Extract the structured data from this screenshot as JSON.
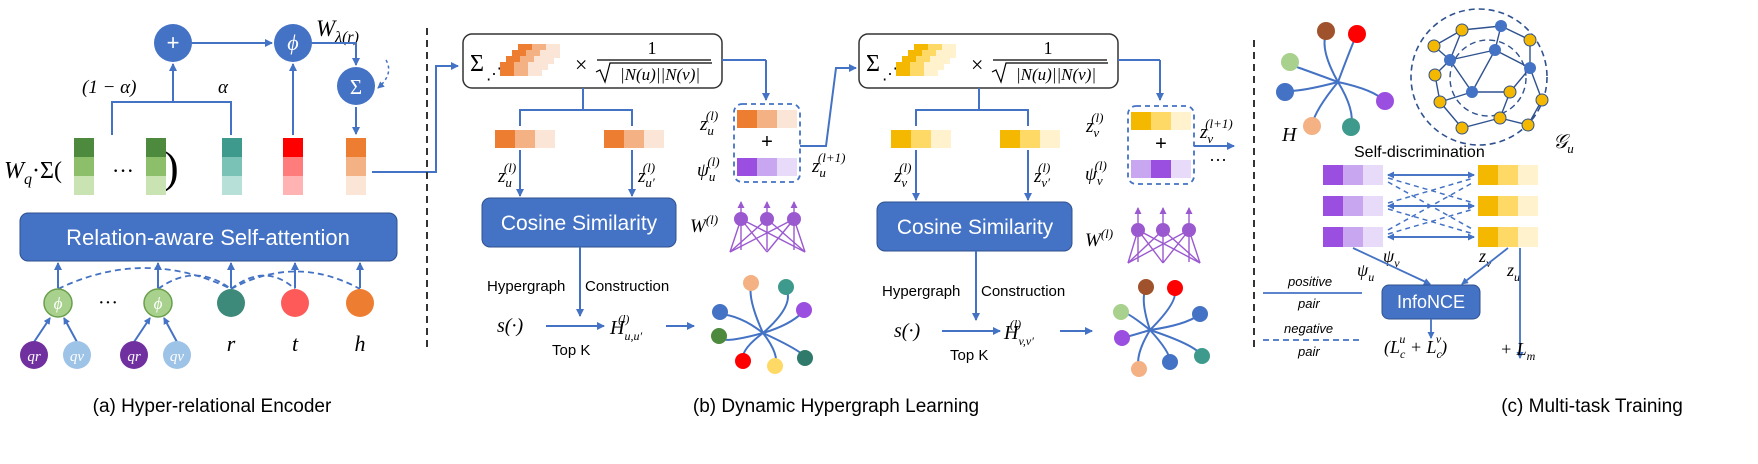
{
  "panel_a": {
    "caption": "(a) Hyper-relational Encoder",
    "encoder_box": "Relation-aware Self-attention",
    "plus": "+",
    "phi": "ϕ",
    "sum": "Σ",
    "w_lambda": "W",
    "w_lambda_sub": "λ(r)",
    "one_minus_alpha": "(1 − α)",
    "alpha": "α",
    "wq": "W",
    "wq_sub": "q",
    "wq_rest": "·Σ(",
    "close_paren": ")",
    "ellipsis": "···",
    "inputs": {
      "phi1": "ϕ",
      "phi2": "ϕ",
      "qr1": "qr",
      "qv1": "qv",
      "qr2": "qr",
      "qv2": "qv",
      "r": "r",
      "t": "t",
      "h": "h",
      "dots": "···"
    }
  },
  "panel_b": {
    "caption": "(b) Dynamic Hypergraph Learning",
    "agg_one": "1",
    "agg_sqrt": "|N(u)||N(v)|",
    "agg_sum": "Σ",
    "agg_times": "×",
    "left": {
      "cosine": "Cosine Similarity",
      "hypergraph": "Hypergraph",
      "construction": "Construction",
      "s": "s(·)",
      "topk": "Top K",
      "H": "H",
      "H_sub": "u,u′",
      "H_sup": "(l)",
      "z1": "z",
      "z1_sub": "u",
      "z1_sup": "(l)",
      "z2": "z",
      "z2_sub": "u′",
      "z2_sup": "(l)",
      "zs": "z",
      "zs_sub": "u",
      "zs_sup": "(l)",
      "psi": "ψ",
      "psi_sub": "u",
      "psi_sup": "(l)",
      "plus": "+",
      "W": "W",
      "W_sup": "(l)",
      "znext": "z",
      "znext_sub": "u",
      "znext_sup": "(l+1)"
    },
    "right": {
      "cosine": "Cosine Similarity",
      "hypergraph": "Hypergraph",
      "construction": "Construction",
      "s": "s(·)",
      "topk": "Top K",
      "H": "H",
      "H_sub": "v,v′",
      "H_sup": "(l)",
      "z1": "z",
      "z1_sub": "v",
      "z1_sup": "(l)",
      "z2": "z",
      "z2_sub": "v′",
      "z2_sup": "(l)",
      "zs": "z",
      "zs_sub": "v",
      "zs_sup": "(l)",
      "psi": "ψ",
      "psi_sub": "v",
      "psi_sup": "(l)",
      "plus": "+",
      "W": "W",
      "W_sup": "(l)",
      "znext": "z",
      "znext_sub": "v",
      "znext_sup": "(l+1)",
      "dots": "···"
    }
  },
  "panel_c": {
    "caption": "(c) Multi-task Training",
    "H": "H",
    "G": "𝒢",
    "G_sub": "u",
    "self_disc": "Self-discrimination",
    "infonce": "InfoNCE",
    "positive": "positive",
    "negative": "negative",
    "pair": "pair",
    "psi_v": "ψ",
    "psi_v_sub": "v",
    "z_v": "z",
    "z_v_sub": "v",
    "psi_u": "ψ",
    "psi_u_sub": "u",
    "z_u": "z",
    "z_u_sub": "u",
    "loss_c": "(L",
    "loss_c_u": "u",
    "loss_c_v": "v",
    "loss_c_mid": " + L",
    "loss_c_sub": "c",
    "loss_close": ")",
    "loss_m": "+ L",
    "loss_m_sub": "m"
  },
  "colors": {
    "blue": "#4472C4",
    "box_blue": "#4472C4",
    "arrow": "#4472C4",
    "orange_dark": "#ED7D31",
    "orange_mid": "#F4B183",
    "orange_light": "#FBE5D6",
    "yellow_dark": "#F5B800",
    "yellow_mid": "#FFD966",
    "yellow_light": "#FFF2CC",
    "purple_dark": "#9B4FE0",
    "purple_mid": "#C9A7F0",
    "purple_light": "#E8DBFA",
    "green_dark": "#4E8A3E",
    "green_mid": "#8DBF6A",
    "green_light": "#C9E3B2",
    "teal_dark": "#3E9A8C",
    "teal_mid": "#79C2B5",
    "teal_light": "#B7E0D8",
    "red_dark": "#FF0000",
    "red_mid": "#FF7C7C",
    "red_light": "#FFB3B3"
  }
}
